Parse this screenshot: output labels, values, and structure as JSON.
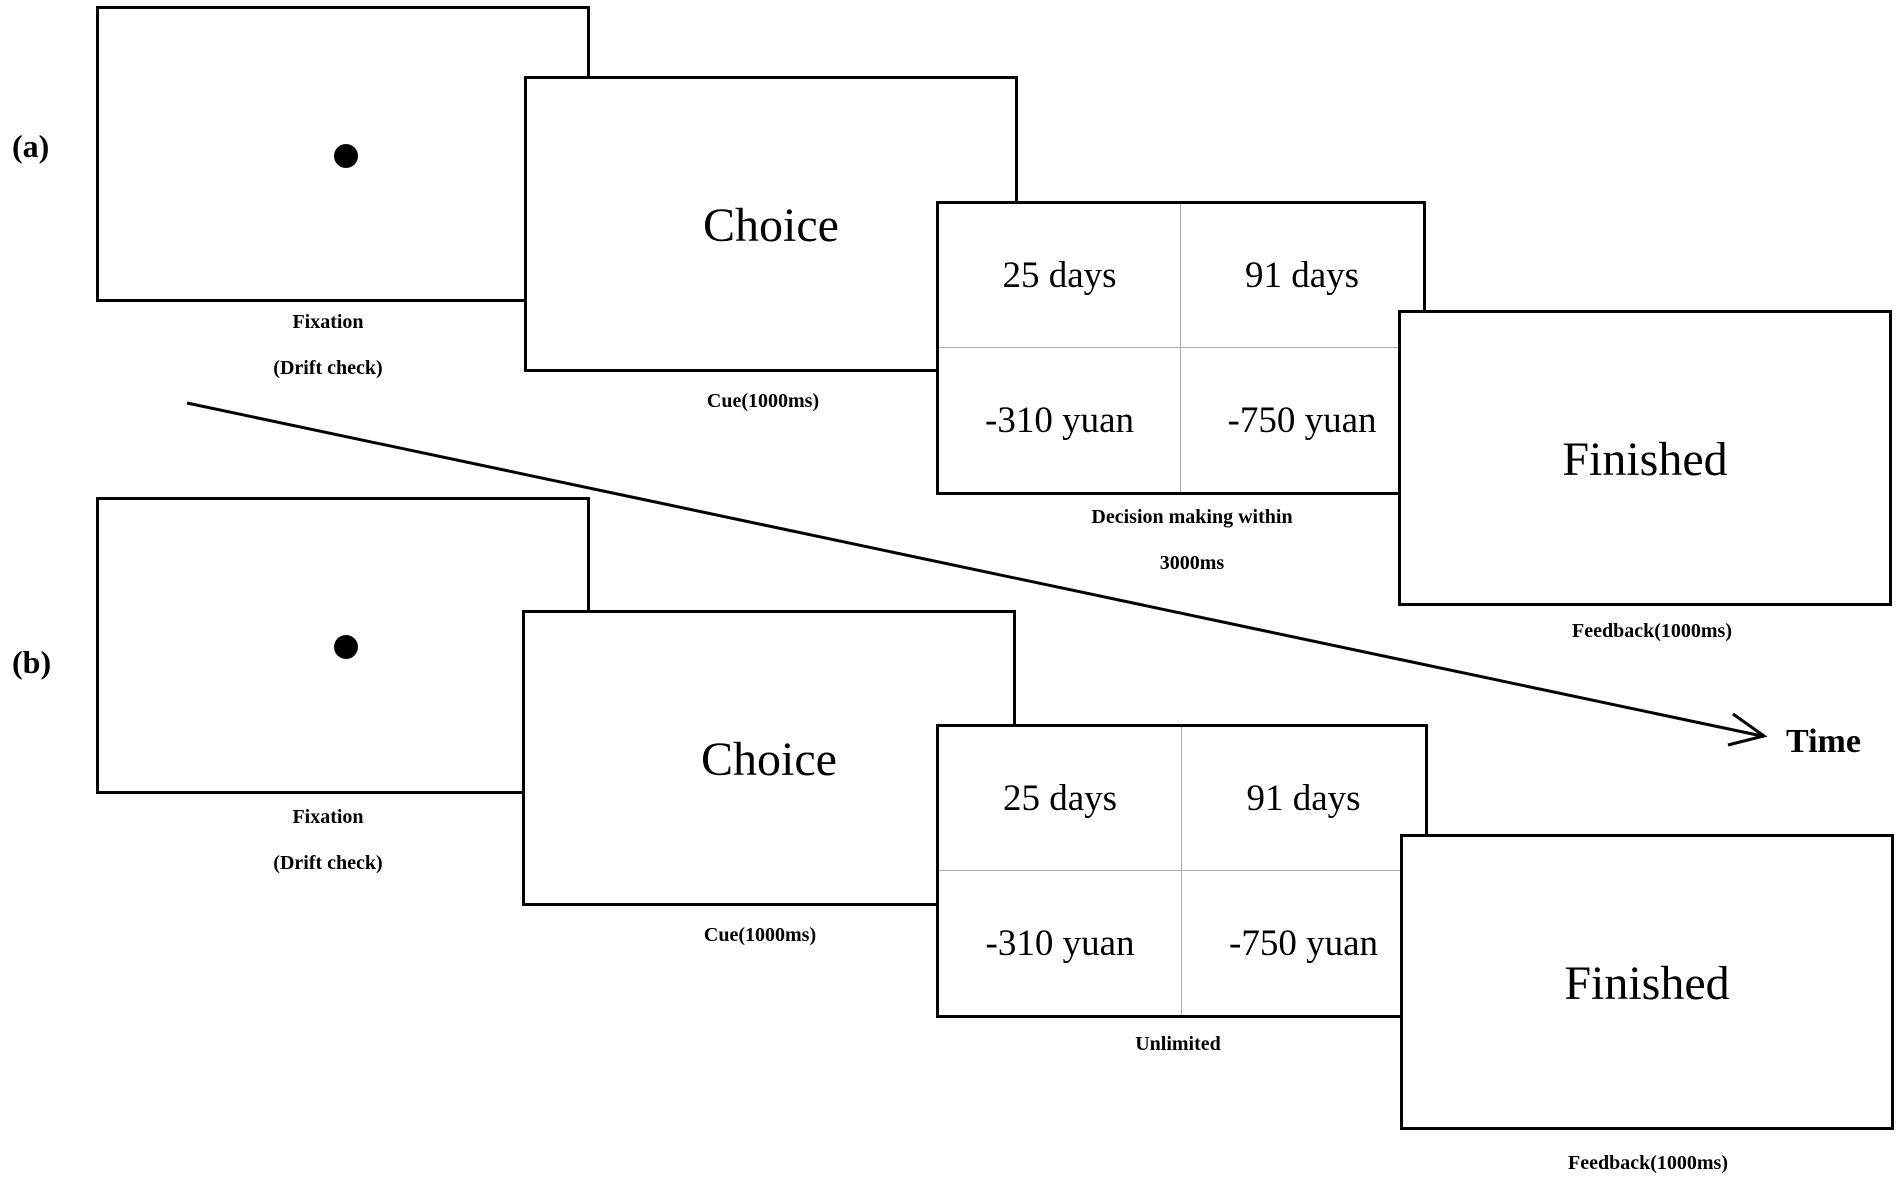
{
  "panels": [
    {
      "label": "(a)",
      "fixation_caption": [
        "Fixation",
        "(Drift check)"
      ],
      "cue_text": "Choice",
      "cue_caption": "Cue(1000ms)",
      "options": [
        "25 days",
        "91 days",
        "-310 yuan",
        "-750 yuan"
      ],
      "decision_caption": [
        "Decision making within",
        "3000ms"
      ],
      "feedback_text": "Finished",
      "feedback_caption": "Feedback(1000ms)"
    },
    {
      "label": "(b)",
      "fixation_caption": [
        "Fixation",
        "(Drift check)"
      ],
      "cue_text": "Choice",
      "cue_caption": "Cue(1000ms)",
      "options": [
        "25 days",
        "91 days",
        "-310 yuan",
        "-750 yuan"
      ],
      "decision_caption": [
        "Unlimited"
      ],
      "feedback_text": "Finished",
      "feedback_caption": "Feedback(1000ms)"
    }
  ],
  "time_label": "Time"
}
